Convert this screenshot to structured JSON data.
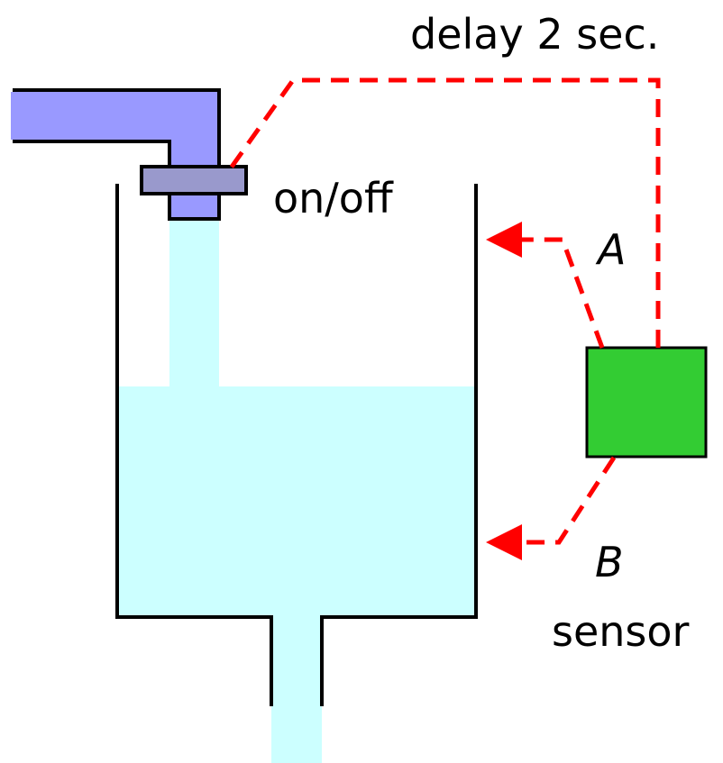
{
  "labels": {
    "delay": "delay 2 sec.",
    "valve": "on/off",
    "level_a": "A",
    "level_b": "B",
    "sensor": "sensor"
  },
  "colors": {
    "pipe": "#9999ff",
    "valve": "#9999cc",
    "water": "#ccffff",
    "sensor_box": "#33cc33",
    "signal_line": "#ff0000",
    "outline": "#000000"
  }
}
